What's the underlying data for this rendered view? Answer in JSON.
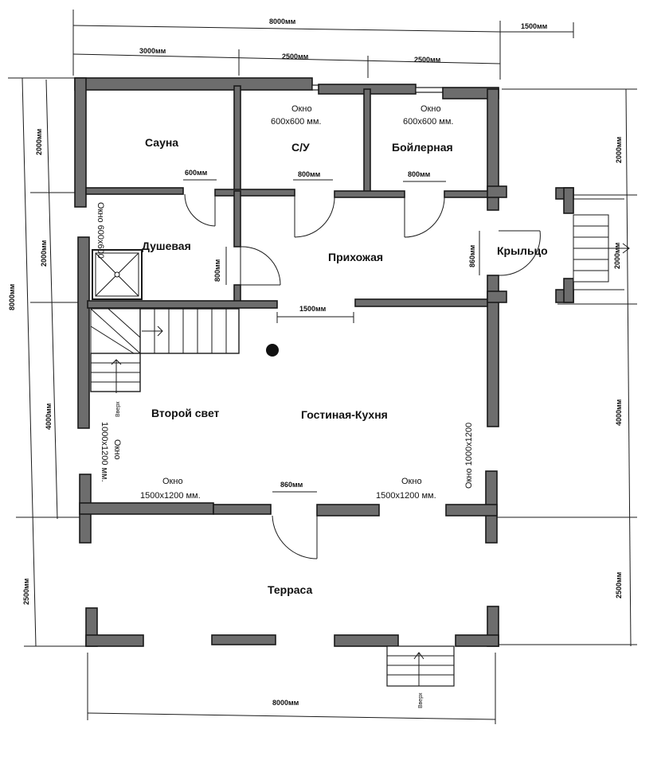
{
  "dimensions": {
    "total_width_top": "8000мм",
    "porch_width": "1500мм",
    "top_3000": "3000мм",
    "top_2500_a": "2500мм",
    "top_2500_b": "2500мм",
    "left_total": "8000мм",
    "left_2000_a": "2000мм",
    "left_2000_b": "2000мм",
    "left_4000": "4000мм",
    "left_2500": "2500мм",
    "right_2000_a": "2000мм",
    "right_2000_b": "2000мм",
    "right_4000": "4000мм",
    "right_2500": "2500мм",
    "bottom_total": "8000мм",
    "door_sauna": "600мм",
    "door_wc": "800мм",
    "door_boiler": "800мм",
    "door_shower": "800мм",
    "door_porch": "860мм",
    "door_terrace": "860мм",
    "opening_hall": "1500мм"
  },
  "rooms": {
    "sauna": "Сауна",
    "wc": "С/У",
    "boiler": "Бойлерная",
    "shower": "Душевая",
    "hall": "Прихожая",
    "porch": "Крыльцо",
    "second_light": "Второй свет",
    "living_kitchen": "Гостиная-Кухня",
    "terrace": "Терраса"
  },
  "windows": {
    "wc_line1": "Окно",
    "wc_line2": "600x600 мм.",
    "boiler_line1": "Окно",
    "boiler_line2": "600x600 мм.",
    "shower_side": "Окно 600x600",
    "left_line1": "Окно",
    "left_line2": "1000x1200 мм.",
    "right_side": "Окно 1000x1200",
    "front_left_line1": "Окно",
    "front_left_line2": "1500x1200 мм.",
    "front_right_line1": "Окно",
    "front_right_line2": "1500x1200 мм."
  },
  "stairs": {
    "up_label_main": "Вверх",
    "up_label_terrace": "Вверх"
  }
}
